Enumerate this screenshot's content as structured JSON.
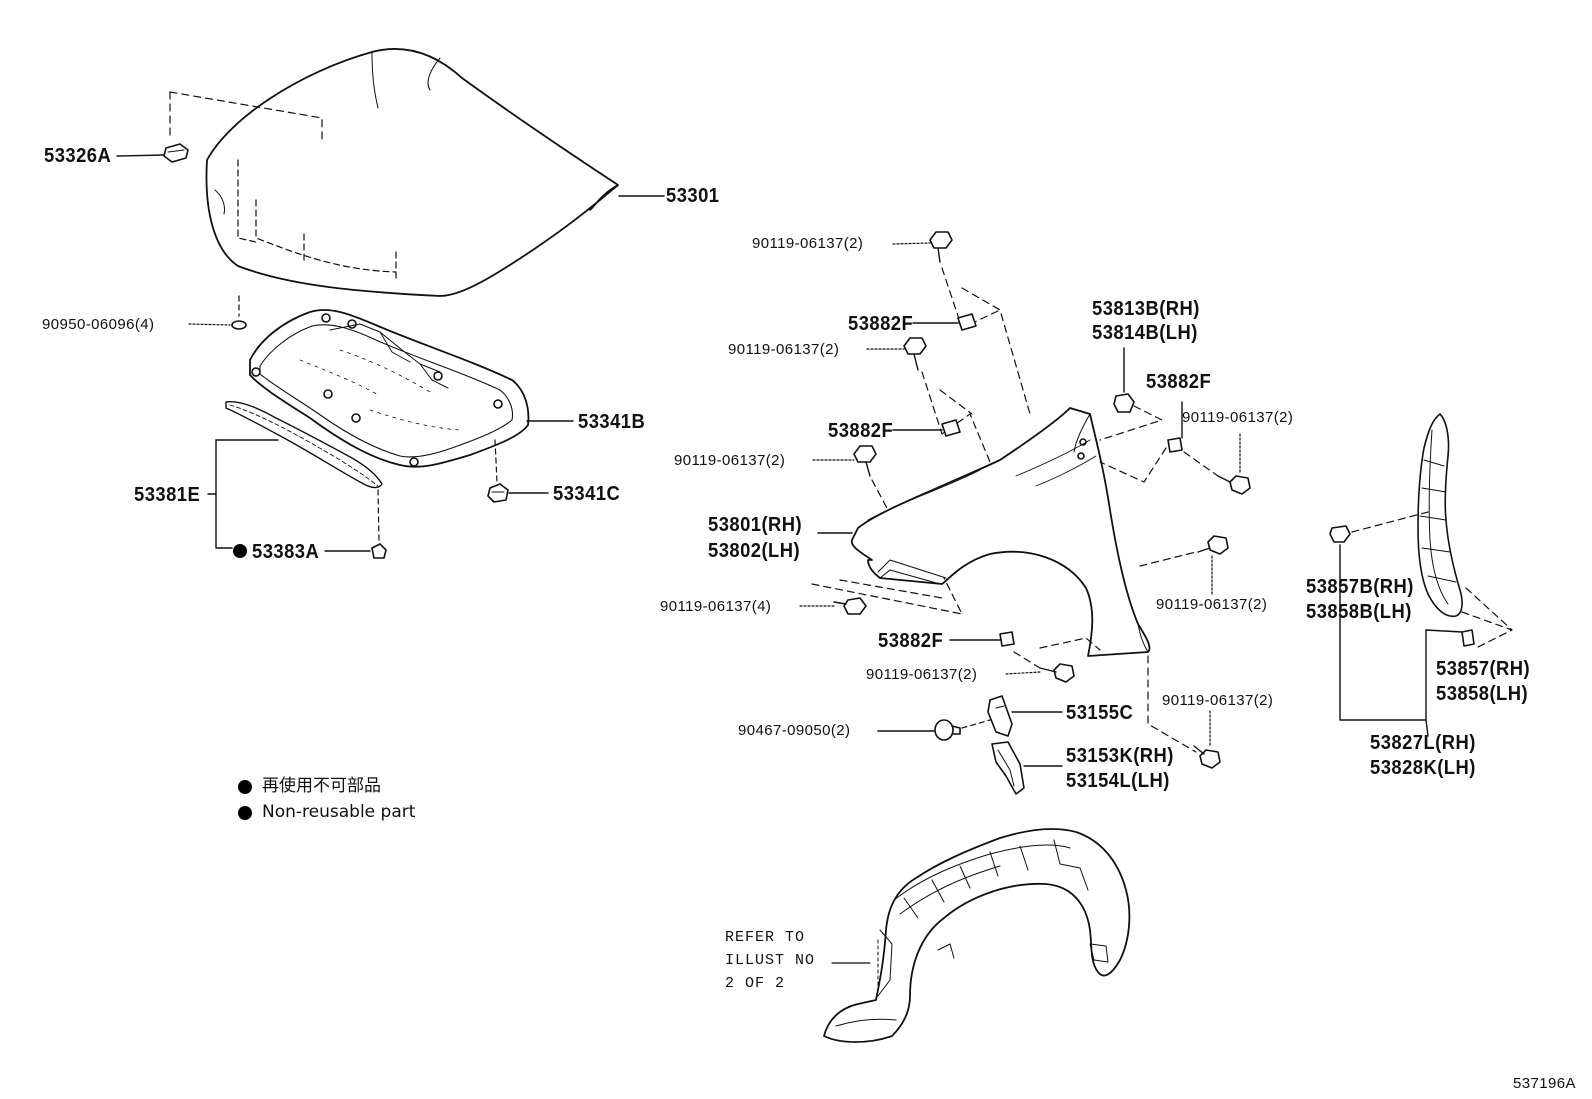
{
  "labels": {
    "p53326A": "53326A",
    "p53301": "53301",
    "p90950": "90950-06096(4)",
    "p53341B": "53341B",
    "p53381E": "53381E",
    "p53341C": "53341C",
    "p53383A": "53383A",
    "b1": "90119-06137(2)",
    "f1": "53882F",
    "b2": "90119-06137(2)",
    "f2": "53882F",
    "b3": "90119-06137(2)",
    "fender_rh": "53801(RH)",
    "fender_lh": "53802(LH)",
    "b4": "90119-06137(4)",
    "f3": "53882F",
    "b5": "90119-06137(2)",
    "clip": "90467-09050(2)",
    "p53155C": "53155C",
    "p53153K": "53153K(RH)",
    "p53154L": "53154L(LH)",
    "p53813B": "53813B(RH)",
    "p53814B": "53814B(LH)",
    "f4": "53882F",
    "b6": "90119-06137(2)",
    "b7": "90119-06137(2)",
    "b8": "90119-06137(2)",
    "p53857B": "53857B(RH)",
    "p53858B": "53858B(LH)",
    "p53857": "53857(RH)",
    "p53858": "53858(LH)",
    "p53827L": "53827L(RH)",
    "p53828K": "53828K(LH)",
    "refer_1": "REFER TO",
    "refer_2": "ILLUST NO",
    "refer_3": "2 OF 2",
    "legend_jp": "再使用不可部品",
    "legend_en": "Non-reusable part",
    "figure_id": "537196A"
  }
}
